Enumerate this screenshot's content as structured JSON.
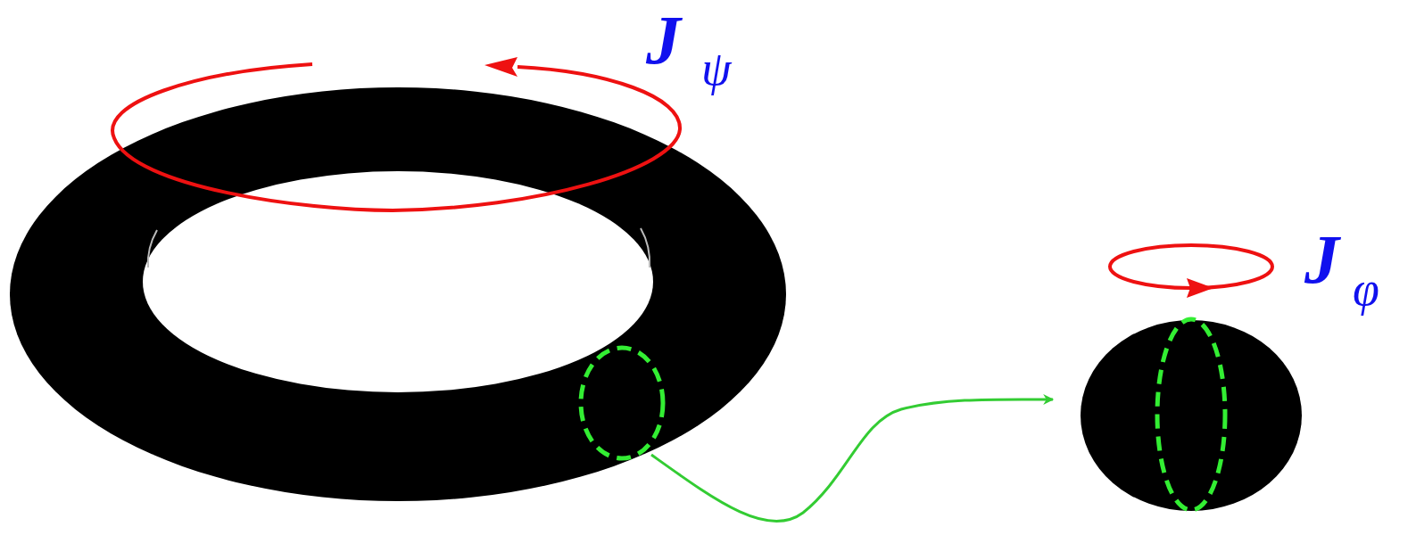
{
  "diagram": {
    "labels": [
      "J",
      "ψ",
      "J",
      "φ"
    ]
  }
}
